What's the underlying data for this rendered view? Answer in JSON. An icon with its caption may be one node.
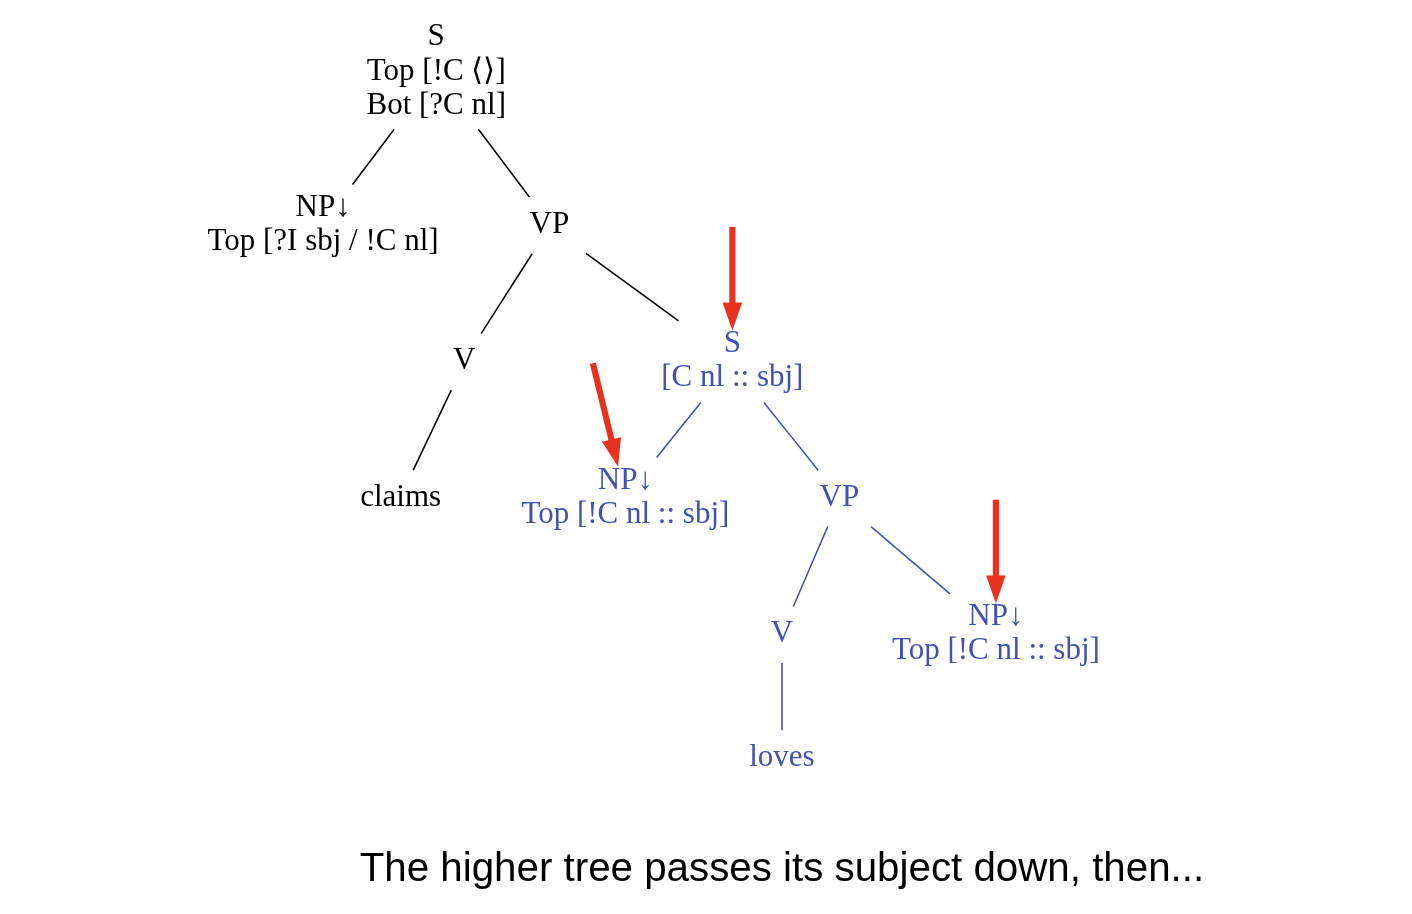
{
  "diagram": {
    "nodes": [
      {
        "text": [
          "S",
          "Top [!C ⟨⟩]",
          "Bot [?C nl]"
        ]
      },
      {
        "text": [
          "NP↓",
          "Top [?I sbj / !C nl]"
        ]
      },
      {
        "text": [
          "VP"
        ]
      },
      {
        "text": [
          "V"
        ]
      },
      {
        "text": [
          "claims"
        ]
      },
      {
        "text": [
          "S",
          "[C nl :: sbj]"
        ]
      },
      {
        "text": [
          "NP↓",
          "Top [!C nl :: sbj]"
        ]
      },
      {
        "text": [
          "VP"
        ]
      },
      {
        "text": [
          "V"
        ]
      },
      {
        "text": [
          "loves"
        ]
      },
      {
        "text": [
          "NP↓",
          "Top [!C nl :: sbj]"
        ]
      }
    ],
    "edges": [
      {
        "from": 0,
        "to": 1,
        "arrow": "none"
      },
      {
        "from": 0,
        "to": 2,
        "arrow": "none"
      },
      {
        "from": 2,
        "to": 3,
        "arrow": "none"
      },
      {
        "from": 2,
        "to": 5,
        "arrow": "none"
      },
      {
        "from": 3,
        "to": 4,
        "arrow": "none"
      },
      {
        "from": 5,
        "to": 6,
        "arrow": "none",
        "color": "#3f51b5"
      },
      {
        "from": 5,
        "to": 7,
        "arrow": "none",
        "color": "#3f51b5"
      },
      {
        "from": 7,
        "to": 8,
        "arrow": "none",
        "color": "#3f51b5"
      },
      {
        "from": 8,
        "to": 9,
        "arrow": "none",
        "color": "#3f51b5"
      },
      {
        "from": 7,
        "to": 10,
        "arrow": "none",
        "color": "#3f51b5"
      },
      {
        "from": null,
        "to": 5,
        "arrow": "to",
        "style": "thick",
        "color": "#e8321e"
      },
      {
        "from": null,
        "to": 6,
        "arrow": "to",
        "style": "thick",
        "color": "#e8321e"
      },
      {
        "from": null,
        "to": 10,
        "arrow": "to",
        "style": "thick",
        "color": "#e8321e"
      }
    ],
    "labels": [
      "The higher tree passes its subject down, then..."
    ]
  }
}
